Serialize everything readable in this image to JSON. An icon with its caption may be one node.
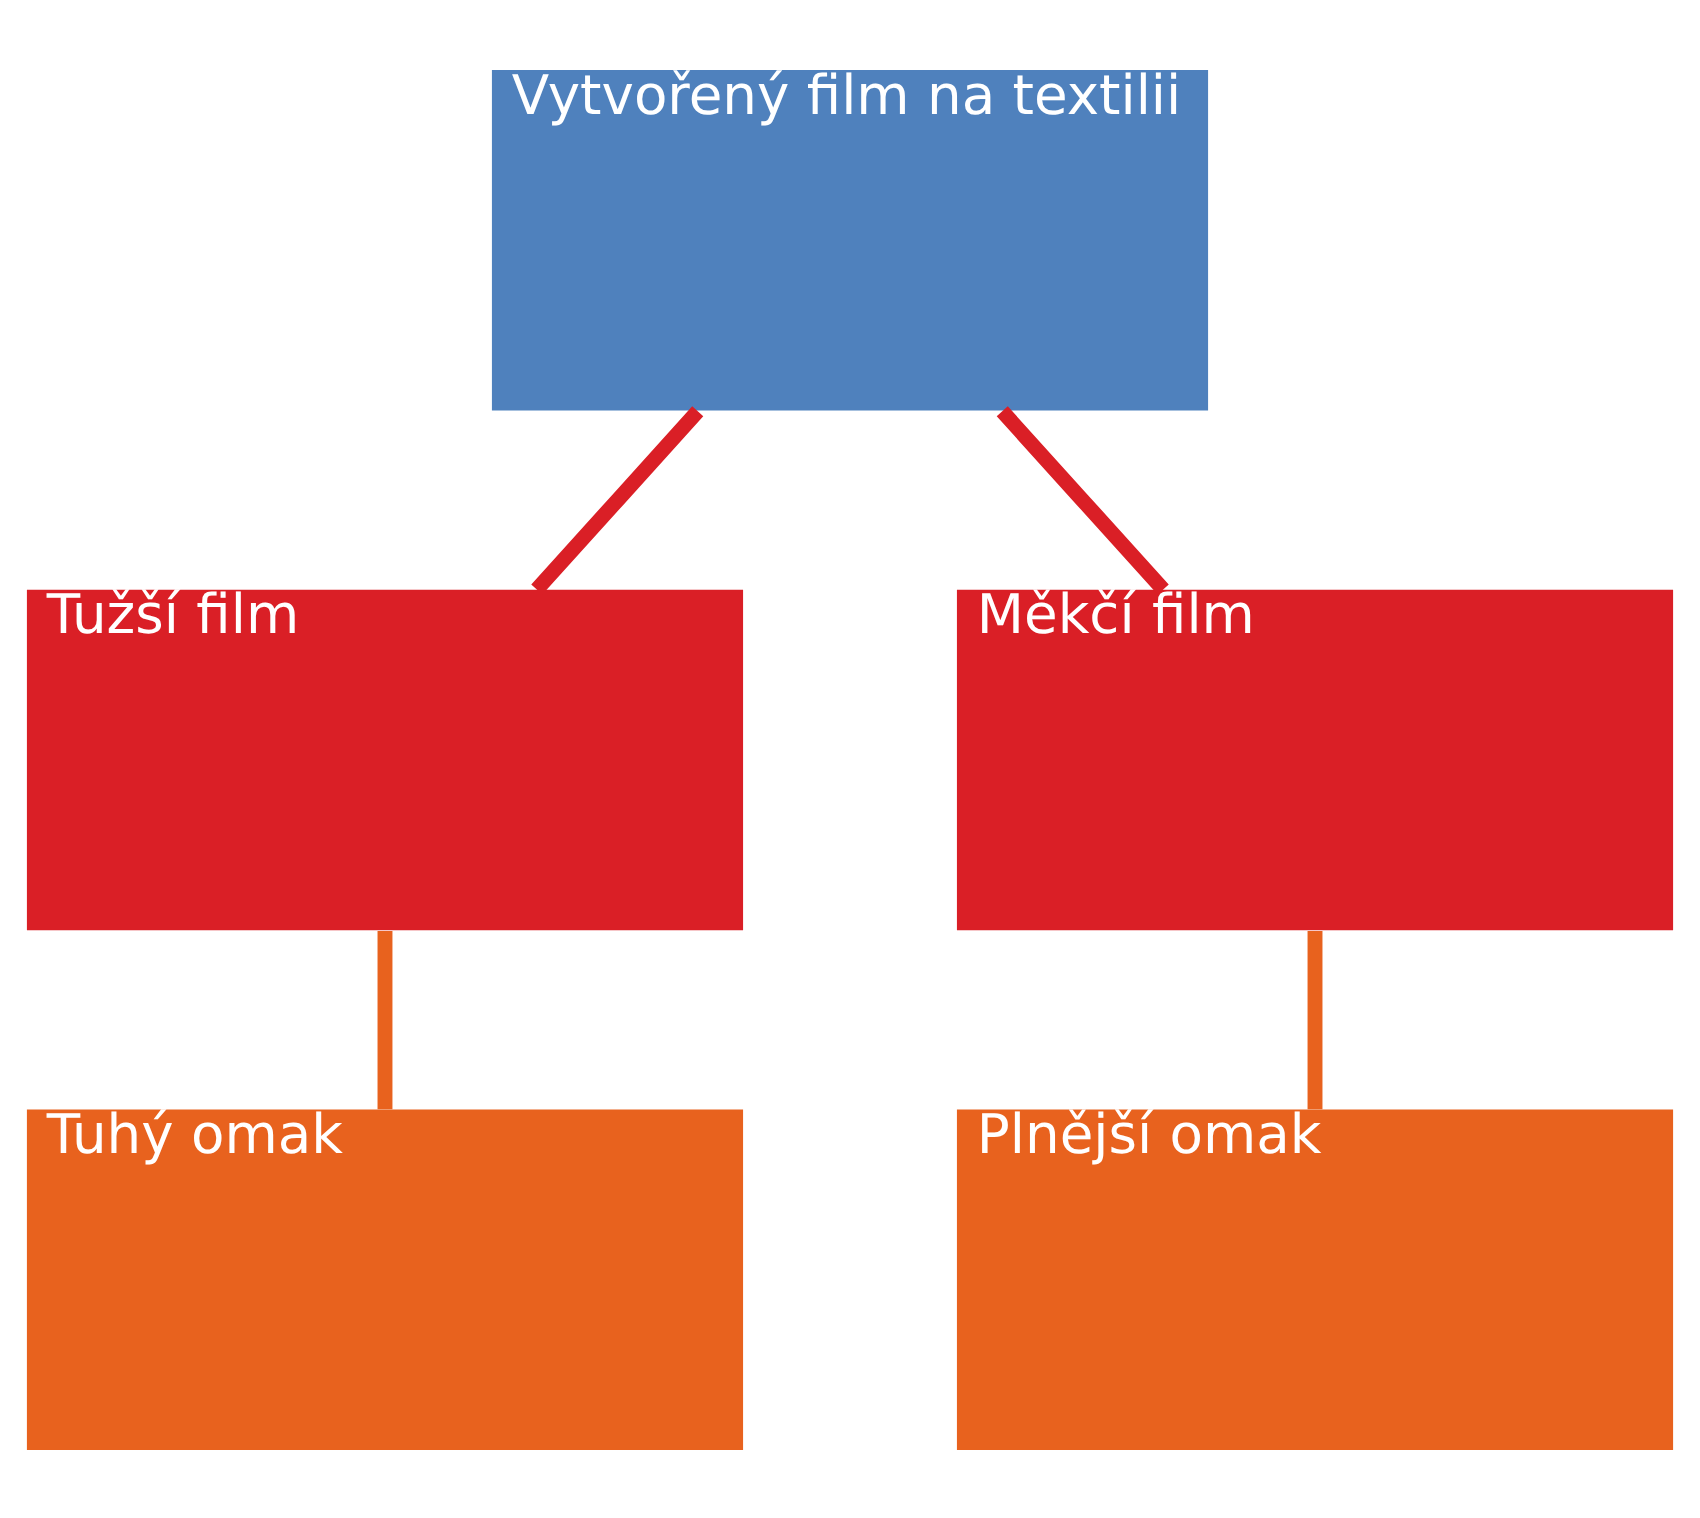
{
  "diagram": {
    "nodes": [
      {
        "text": [
          "Vytvořený film na textilii"
        ]
      },
      {
        "text": [
          "Tužší film"
        ]
      },
      {
        "text": [
          "Měkčí film"
        ]
      },
      {
        "text": [
          "Tuhý omak"
        ]
      },
      {
        "text": [
          "Plnější omak"
        ]
      }
    ],
    "edges": [
      {
        "from": 0,
        "to": 1,
        "arrow": "none",
        "color": "#da1f26"
      },
      {
        "from": 0,
        "to": 2,
        "arrow": "none",
        "color": "#da1f26"
      },
      {
        "from": 1,
        "to": 3,
        "arrow": "none",
        "color": "#e8621e"
      },
      {
        "from": 2,
        "to": 4,
        "arrow": "none",
        "color": "#e8621e"
      }
    ]
  }
}
